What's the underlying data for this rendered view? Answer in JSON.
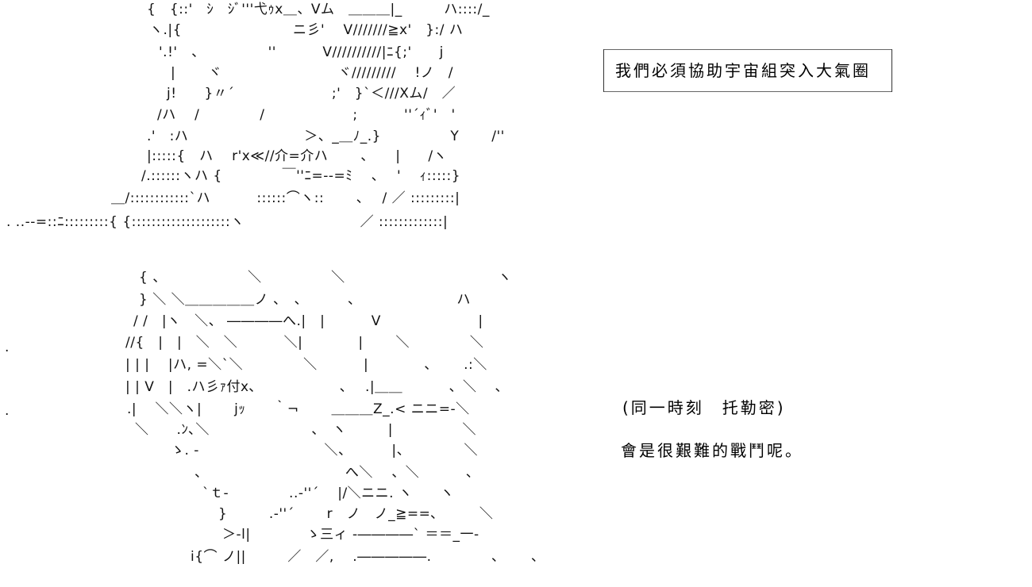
{
  "ascii_art": {
    "upper": [
      "{　{::'　ｼ　ｼﾞ'''弋ｩx＿、Vム　＿＿＿|_　　　ハ::::/_",
      "ヽ.|{　　　　　　　　ニ彡'　 V///////≧x'　}:/ ハ",
      "'.!'　、　　　　　''　　　 V//////////|ﾆ{;'　　j",
      "|　　 ヾ　　　　　　　　 ヾ/////////　 !ノ　/",
      "j!　　}〃´　　　　　　　;'　}`＜///Xム/　／",
      "/ハ　 /　　　　 /　　　　　　 ;　　　 ''´ｨﾞ'　'",
      ".'　:ハ　　　　　　　　 ＞、_＿ﾉ_.}　　　　　Y　　 /''",
      "|:::::{　ハ　 r'x≪//介=介ハ　　 、　　|　　/ヽ",
      "/.::::::ヽハ {　　　　 ￣''ﾆ=-‐=ﾐ　 、　 '　 ｨ:::::}",
      "＿/::::::::::::`ハ　　　 ::::::⌒ヽ::　　 ､　 / ／ :::::::::|",
      ". ..‐‐=::ﾆ:::::::::{ {::::::::::::::::::::ヽ　　　　　　　　 ／ :::::::::::::|"
    ],
    "lower": [
      "{ 、　　　　　　 ＼　　　　　＼　　　　　　　　　　　ヽ",
      "} ＼ ＼＿＿＿＿＿ノ 、　、　　　 、　　　　　　　 ハ",
      "/ /　|ヽ　＼、 ――――へ.|　|　　　 V　　　　　　　|",
      "//{　|　|　＼　＼　　　 ＼|　　　　|　　 ＼　　　　 ＼",
      "| | |　 |ハ, =＼`＼　　　　 ＼　　　 |　　　　、　　 .:＼",
      "| | V　|　.ハ彡ｧ付x､　　　　　　、　 .|＿＿　　　 、＼　 ､",
      ".|　 ＼＼ヽ|　　 jｯ　　｀¬　　 ＿＿＿Z_.< ニニ=-＼",
      "＼　　.ﾝ､＼　　　　　　　 、　ヽ　　　|　　　　　＼",
      "ゝ. -　　　　　　　　　＼、　　　 |、　　　　 ＼",
      "、　　　　　　　　　　 へ＼　 、＼　　　 、",
      "`ｔ-　　　　 ..-''´　 |/＼ニニ. ヽ　　ヽ",
      "}　　　.-''´　　 r　ノ　ノ_≧==､　　　＼",
      "＞-l|　　　　ゝ三ィ -――――` ＝＝_一‐",
      "i{⌒ ノ||　　　／　／,　 .―――――.　　　　 ､　　 ､"
    ],
    "margin_dots": [
      ".",
      "."
    ]
  },
  "dialogue": {
    "boxed_line": "我們必須協助宇宙組突入大氣圈",
    "speaker_line": "(同一時刻　托勒密)",
    "speech_line": "會是很艱難的戰鬥呢。"
  }
}
